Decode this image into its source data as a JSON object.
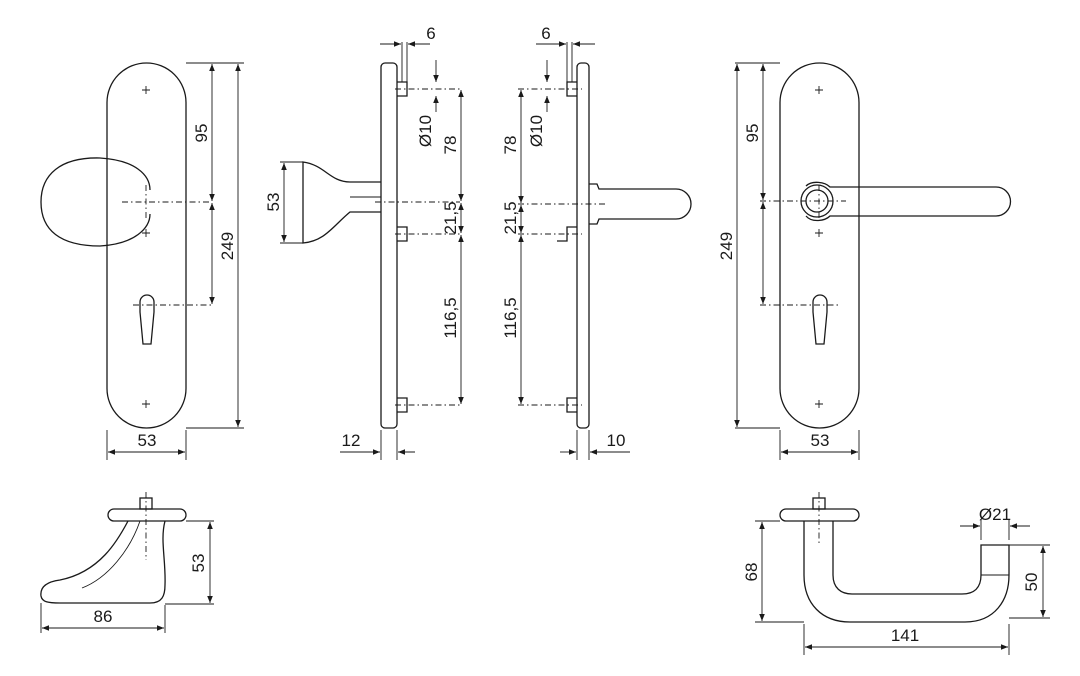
{
  "dimensions": {
    "front_left_top": "95",
    "front_left_total": "249",
    "front_left_width": "53",
    "side_left_offset": "6",
    "side_left_hole": "Ø10",
    "side_left_upper": "78",
    "side_left_mid": "21,5",
    "side_left_lower": "116,5",
    "side_left_plate": "12",
    "side_left_knob": "53",
    "side_right_offset": "6",
    "side_right_hole": "Ø10",
    "side_right_upper": "78",
    "side_right_mid": "21,5",
    "side_right_lower": "116,5",
    "side_right_plate": "10",
    "front_right_top": "95",
    "front_right_total": "249",
    "front_right_width": "53",
    "knob_top_height": "53",
    "knob_top_width": "86",
    "lever_top_diameter": "Ø21",
    "lever_top_height": "68",
    "lever_top_depth": "50",
    "lever_top_length": "141"
  }
}
